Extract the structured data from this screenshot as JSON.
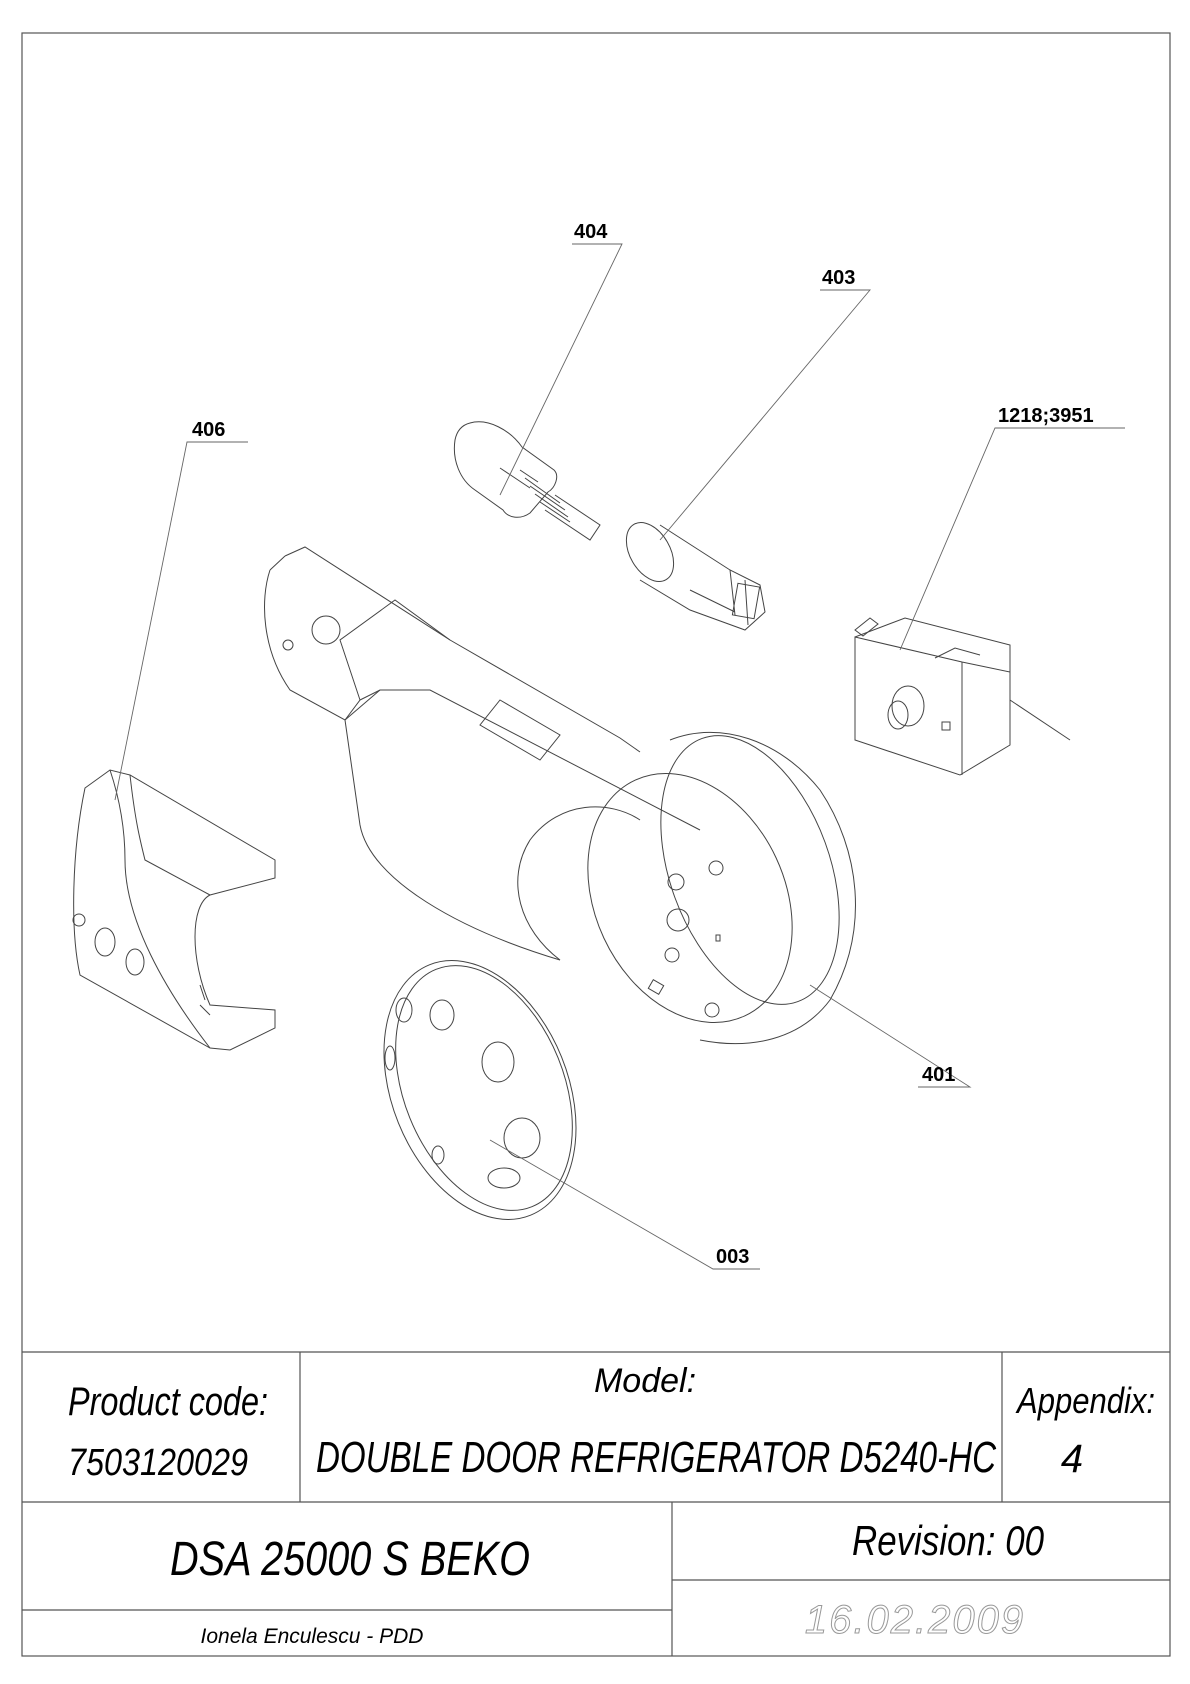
{
  "callouts": {
    "c404": "404",
    "c403": "403",
    "c1218": "1218;3951",
    "c406": "406",
    "c401": "401",
    "c003": "003"
  },
  "title_block": {
    "product_code_label": "Product code:",
    "product_code": "7503120029",
    "model_label": "Model:",
    "model_name": "DOUBLE DOOR REFRIGERATOR D5240-HC",
    "appendix_label": "Appendix:",
    "appendix_value": "4",
    "series": "DSA 25000 S BEKO",
    "revision_label": "Revision: 00",
    "author": "Ionela Enculescu - PDD",
    "date": "16.02.2009"
  }
}
